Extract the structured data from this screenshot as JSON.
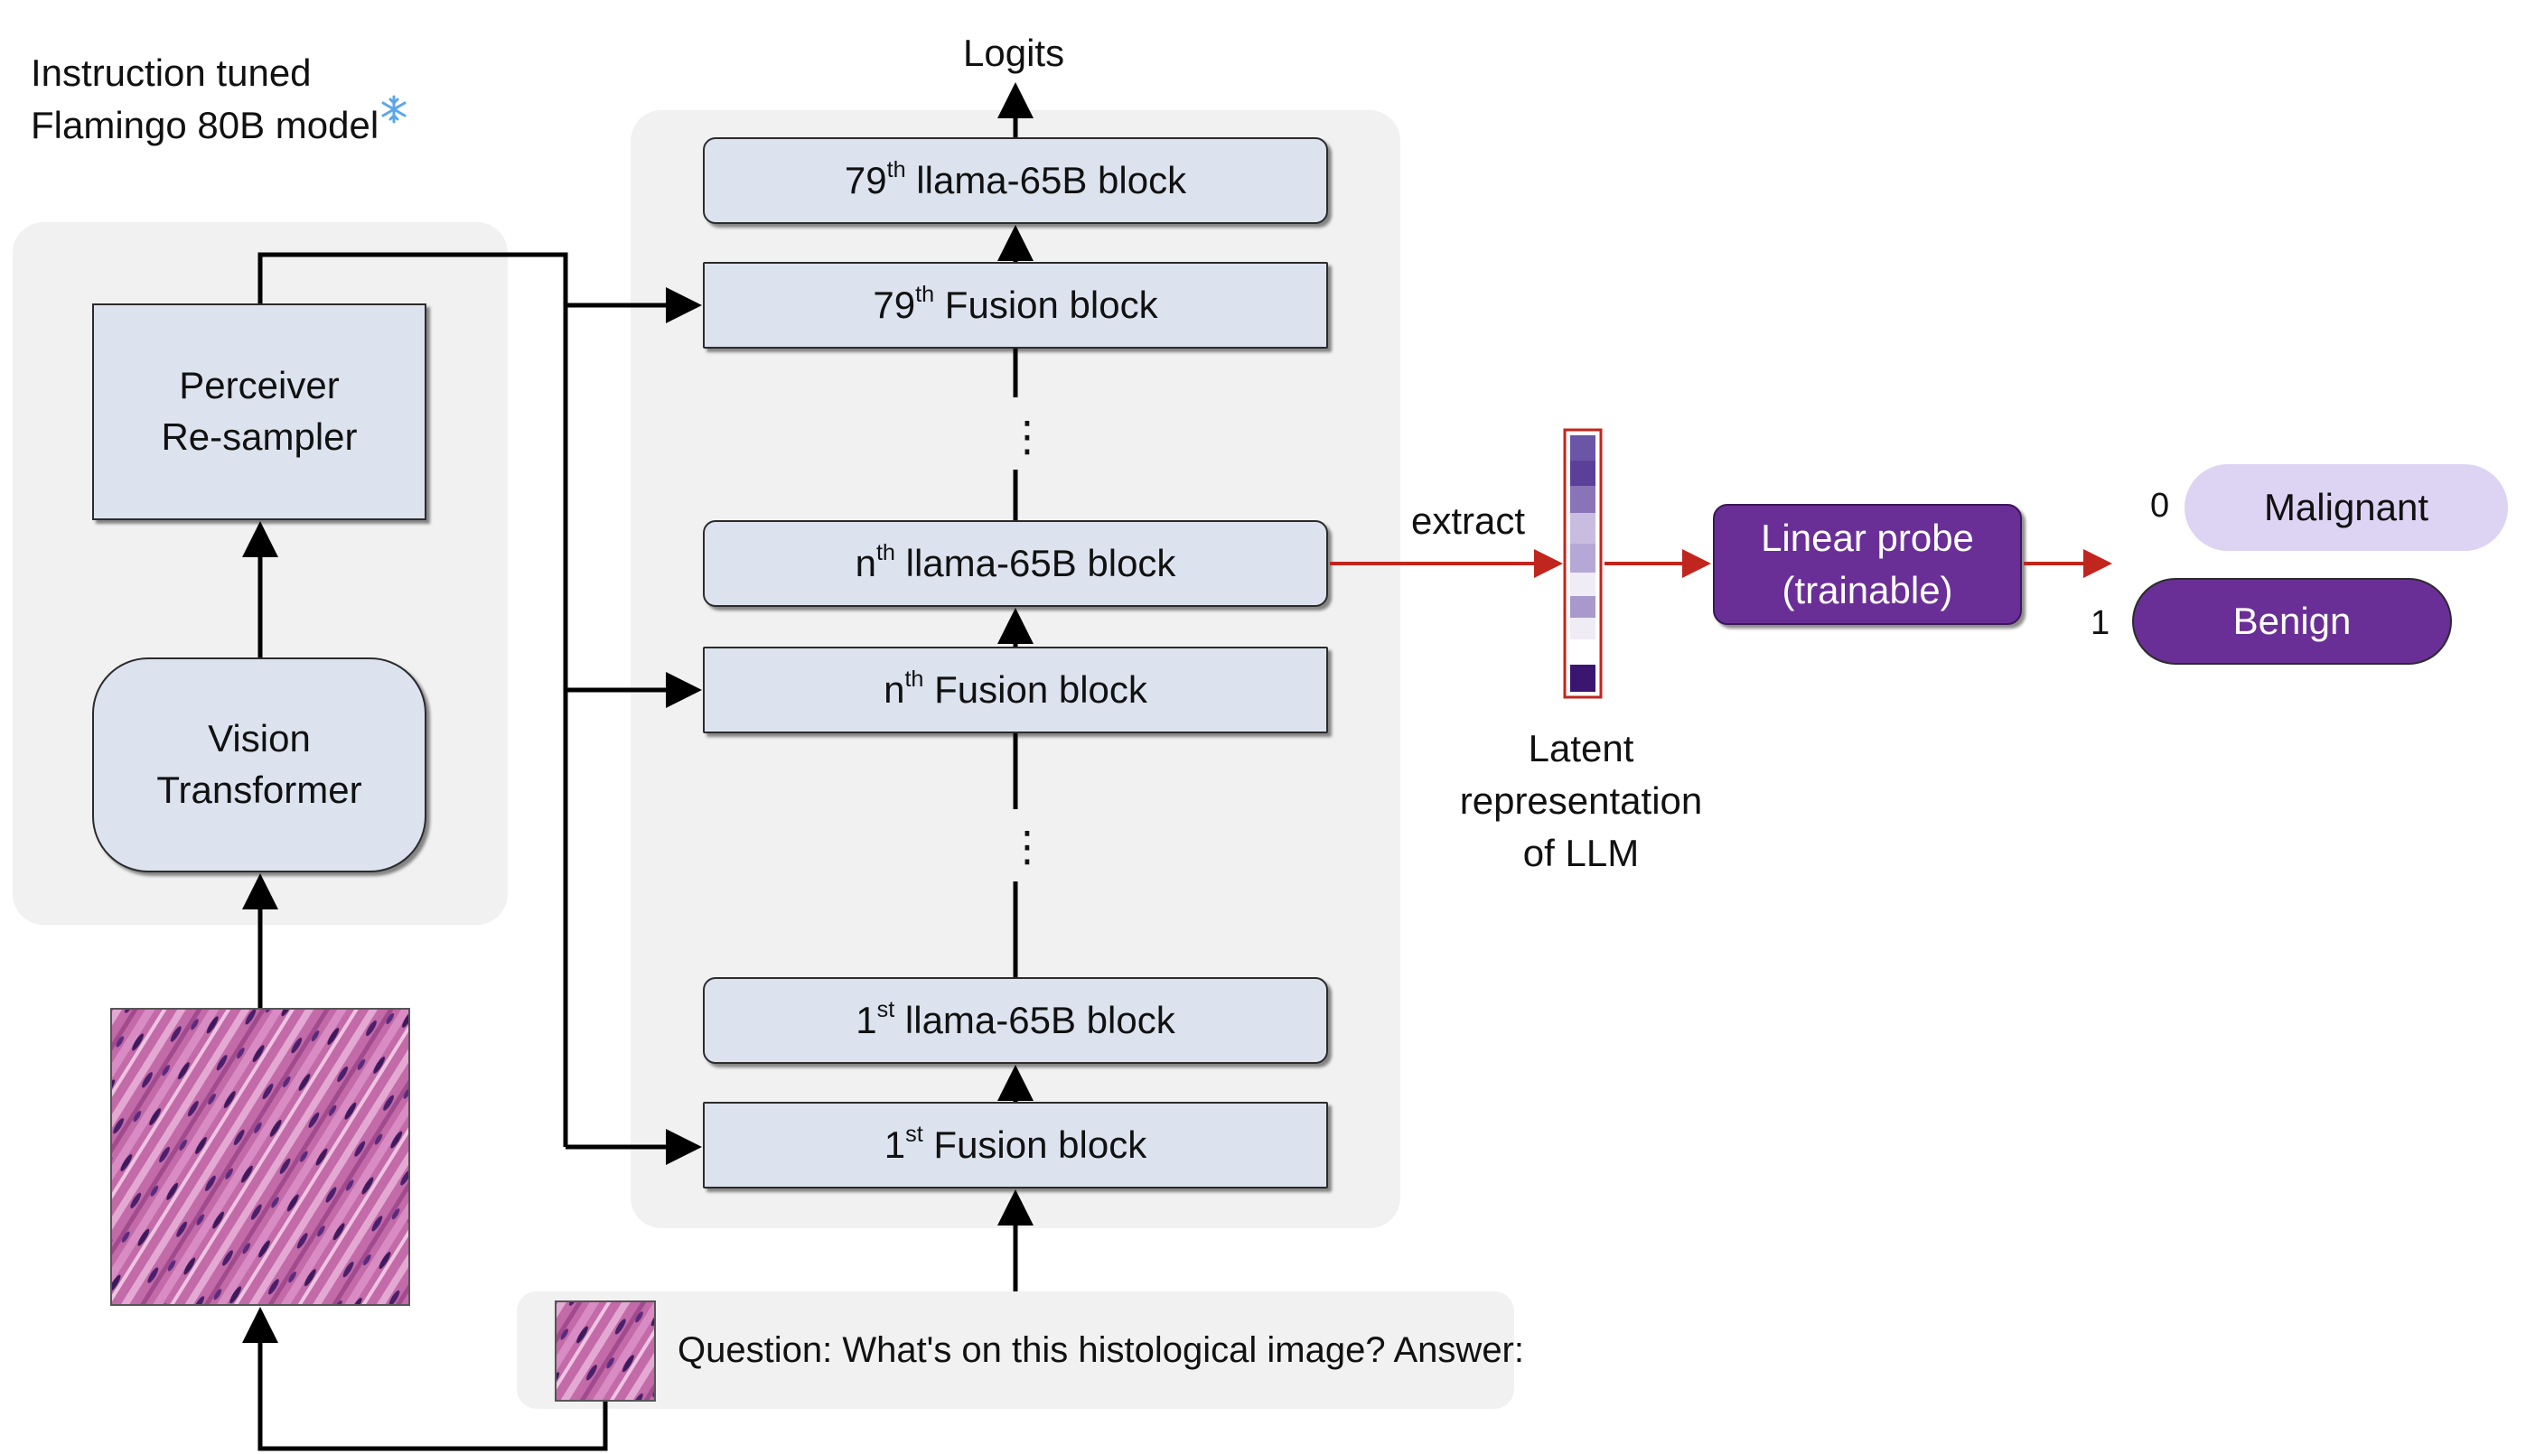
{
  "model_label": {
    "line1": "Instruction tuned",
    "line2": "Flamingo 80B model"
  },
  "logits_label": "Logits",
  "vision": {
    "perceiver": {
      "line1": "Perceiver",
      "line2": "Re-sampler"
    },
    "vit": {
      "line1": "Vision",
      "line2": "Transformer"
    }
  },
  "llm_blocks": {
    "top_llama": {
      "num": "79",
      "sup": "th",
      "label": " llama-65B block"
    },
    "top_fusion": {
      "num": "79",
      "sup": "th",
      "label": " Fusion block"
    },
    "mid_llama": {
      "num": "n",
      "sup": "th",
      "label": " llama-65B block"
    },
    "mid_fusion": {
      "num": "n",
      "sup": "th",
      "label": " Fusion block"
    },
    "bot_llama": {
      "num": "1",
      "sup": "st",
      "label": " llama-65B block"
    },
    "bot_fusion": {
      "num": "1",
      "sup": "st",
      "label": " Fusion block"
    },
    "ellipsis": "⋮"
  },
  "extract_label": "extract",
  "latent": {
    "line1": "Latent",
    "line2": "representation",
    "line3": "of LLM"
  },
  "probe": {
    "line1": "Linear probe",
    "line2": "(trainable)"
  },
  "outputs": [
    {
      "index": "0",
      "label": "Malignant",
      "color": "#ddd3f3"
    },
    {
      "index": "1",
      "label": "Benign",
      "color": "#6a2f96"
    }
  ],
  "prompt": "Question: What's on this histological image? Answer:",
  "colors": {
    "block": "#dce3ef",
    "panel": "#f1f1f1",
    "accent": "#6a2f96",
    "extract_arrow": "#c0261e"
  },
  "icons": {
    "frozen": "snowflake-icon"
  }
}
